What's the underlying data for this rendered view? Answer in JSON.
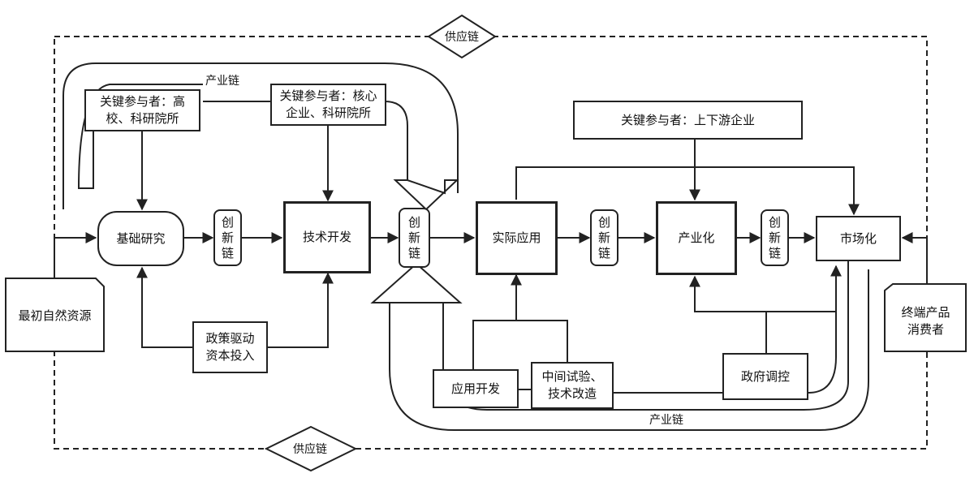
{
  "supply_chain_label": "供应链",
  "industry_chain_label": "产业链",
  "innovation_chain_label": "创新链",
  "nodes": {
    "natural_resources": "最初自然资源",
    "basic_research": "基础研究",
    "tech_development": "技术开发",
    "practical_application": "实际应用",
    "industrialization": "产业化",
    "marketization": "市场化",
    "consumers": "终端产品\n消费者",
    "actors_universities": "关键参与者：高\n校、科研院所",
    "actors_core_enterprises": "关键参与者：核心\n企业、科研院所",
    "actors_up_downstream": "关键参与者：上下游企业",
    "policy_capital": "政策驱动\n资本投入",
    "application_dev": "应用开发",
    "pilot_test": "中间试验、\n技术改造",
    "gov_regulation": "政府调控"
  }
}
